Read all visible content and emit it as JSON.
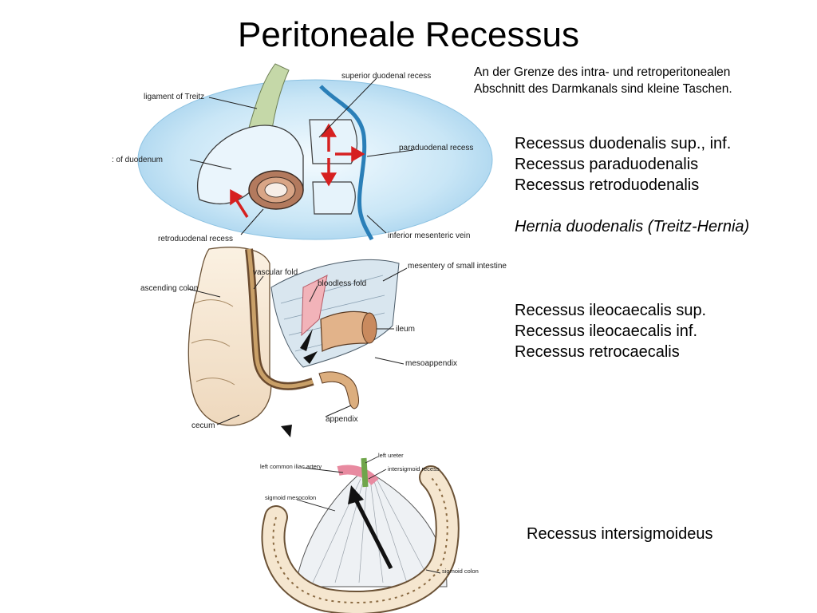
{
  "page": {
    "title": "Peritoneale Recessus"
  },
  "intro": {
    "lines": [
      "An der Grenze des intra- und retroperitonealen",
      "Abschnitt des Darmkanals sind kleine Taschen."
    ]
  },
  "duodenal_group": {
    "items": [
      "Recessus duodenalis sup., inf.",
      "Recessus paraduodenalis",
      "Recessus retroduodenalis"
    ],
    "hernia": "Hernia duodenalis (Treitz-Hernia)"
  },
  "caecal_group": {
    "items": [
      "Recessus ileocaecalis sup.",
      "Recessus ileocaecalis inf.",
      "Recessus retrocaecalis"
    ]
  },
  "sigmoid_group": {
    "items": [
      "Recessus intersigmoideus"
    ]
  },
  "figure_duodenum": {
    "labels": {
      "ligament": "ligament of Treitz",
      "superior": "superior duodenal recess",
      "part": ": of duodenum",
      "paraduodenal": "paraduodenal recess",
      "retroduodenal": "retroduodenal recess",
      "vein": "inferior mesenteric vein"
    }
  },
  "figure_ileocecal": {
    "labels": {
      "vascular_fold": "vascular fold",
      "bloodless_fold": "bloodless fold",
      "mesentery": "mesentery of small intestine",
      "ascending_colon": "ascending colon",
      "ileum": "ileum",
      "mesoappendix": "mesoappendix",
      "appendix": "appendix",
      "cecum": "cecum"
    }
  },
  "figure_sigmoid": {
    "labels": {
      "left_ureter": "left ureter",
      "iliac_artery": "left common iliac artery",
      "intersigmoid": "intersigmoid recess",
      "mesocolon": "sigmoid mesocolon",
      "sigmoid_colon": "sigmoid colon"
    }
  }
}
